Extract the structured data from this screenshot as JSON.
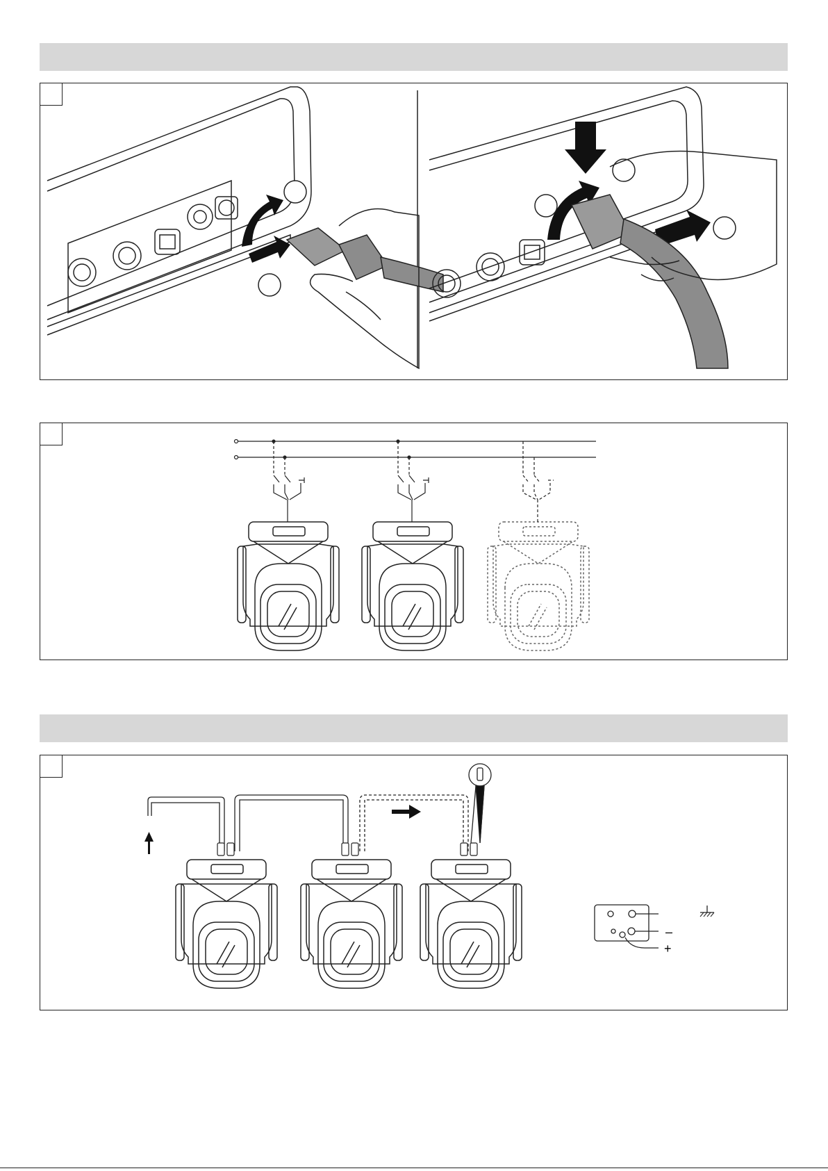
{
  "sections": [
    {
      "id": "power",
      "header": ""
    },
    {
      "id": "dmx",
      "header": ""
    }
  ],
  "panels": [
    {
      "id": "A",
      "badge": ""
    },
    {
      "id": "B",
      "badge": ""
    },
    {
      "id": "C",
      "badge": ""
    }
  ],
  "pinout": {
    "ground_symbol": "⊥",
    "minus": "–",
    "plus": "+"
  },
  "colors": {
    "ink": "#111111",
    "cable_gray": "#8c8c8c",
    "header_gray": "#d7d7d7"
  }
}
